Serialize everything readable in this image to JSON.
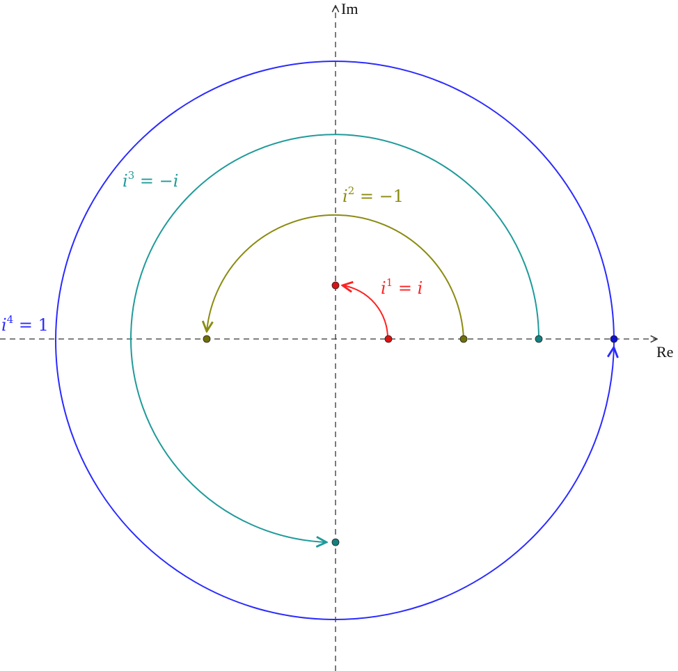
{
  "axes": {
    "x_label": "Re",
    "y_label": "Im"
  },
  "powers": [
    {
      "base": "i",
      "exponent": "1",
      "value": "i",
      "color": "#ff2020",
      "point_color": "#dd1111"
    },
    {
      "base": "i",
      "exponent": "2",
      "value": "−1",
      "color": "#8a8a10",
      "point_color": "#6f6f0a"
    },
    {
      "base": "i",
      "exponent": "3",
      "value": "−i",
      "color": "#1f9a9a",
      "point_color": "#168080"
    },
    {
      "base": "i",
      "exponent": "4",
      "value": "1",
      "color": "#2a2aff",
      "point_color": "#1010d0"
    }
  ]
}
